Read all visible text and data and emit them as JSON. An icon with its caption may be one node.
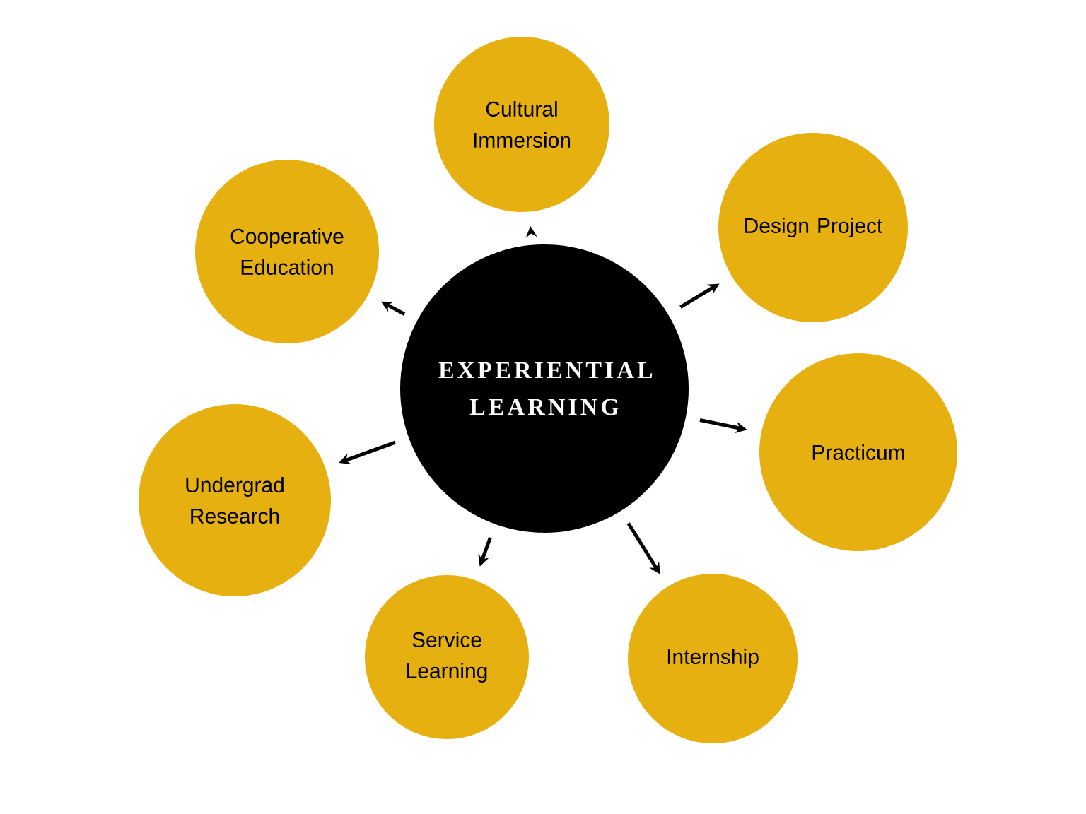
{
  "diagram": {
    "nodes": [
      {
        "text": [
          "EXPERIENTIAL LEARNING"
        ]
      },
      {
        "text": [
          "Cultural Immersion"
        ]
      },
      {
        "text": [
          "Design Project"
        ]
      },
      {
        "text": [
          "Practicum"
        ]
      },
      {
        "text": [
          "Internship"
        ]
      },
      {
        "text": [
          "Service Learning"
        ]
      },
      {
        "text": [
          "Undergrad Research"
        ]
      },
      {
        "text": [
          "Cooperative Education"
        ]
      }
    ],
    "edges": [
      {
        "from": 0,
        "to": 1,
        "arrow": "to"
      },
      {
        "from": 0,
        "to": 2,
        "arrow": "to"
      },
      {
        "from": 0,
        "to": 3,
        "arrow": "to"
      },
      {
        "from": 0,
        "to": 4,
        "arrow": "to"
      },
      {
        "from": 0,
        "to": 5,
        "arrow": "to"
      },
      {
        "from": 0,
        "to": 6,
        "arrow": "to"
      },
      {
        "from": 0,
        "to": 7,
        "arrow": "to"
      }
    ]
  }
}
